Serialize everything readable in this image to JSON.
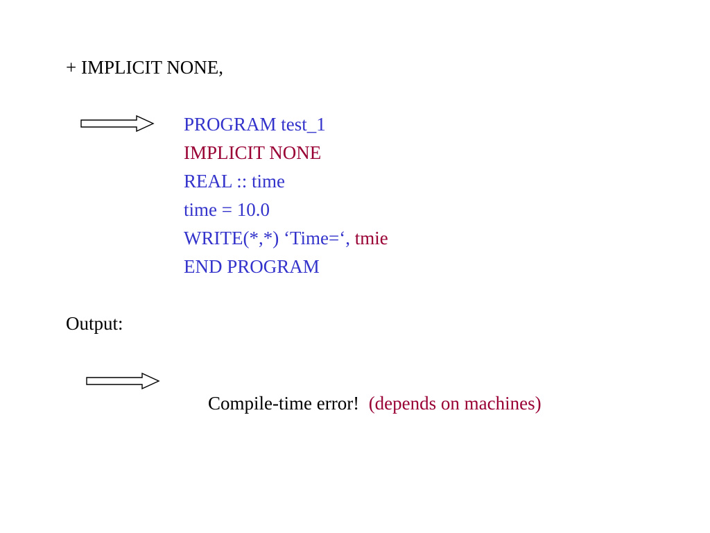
{
  "slide": {
    "heading": "+ IMPLICIT NONE,",
    "code_lines": [
      {
        "segments": [
          {
            "text": "PROGRAM test_1",
            "color": "#3333cc"
          }
        ]
      },
      {
        "segments": [
          {
            "text": "IMPLICIT NONE",
            "color": "#990033"
          }
        ]
      },
      {
        "segments": [
          {
            "text": "REAL :: time",
            "color": "#3333cc"
          }
        ]
      },
      {
        "segments": [
          {
            "text": "time = 10.0",
            "color": "#3333cc"
          }
        ]
      },
      {
        "segments": [
          {
            "text": "WRITE(*,*) ‘Time=‘, ",
            "color": "#3333cc"
          },
          {
            "text": "tmie",
            "color": "#990033"
          }
        ]
      },
      {
        "segments": [
          {
            "text": "END PROGRAM",
            "color": "#3333cc"
          }
        ]
      }
    ],
    "output_label": "Output:",
    "result": {
      "text": "Compile-time error!",
      "note": "(depends on machines)",
      "text_color": "#000000",
      "note_color": "#990033"
    },
    "icons": {
      "arrow_1": "right-arrow-icon",
      "arrow_2": "right-arrow-icon"
    }
  }
}
